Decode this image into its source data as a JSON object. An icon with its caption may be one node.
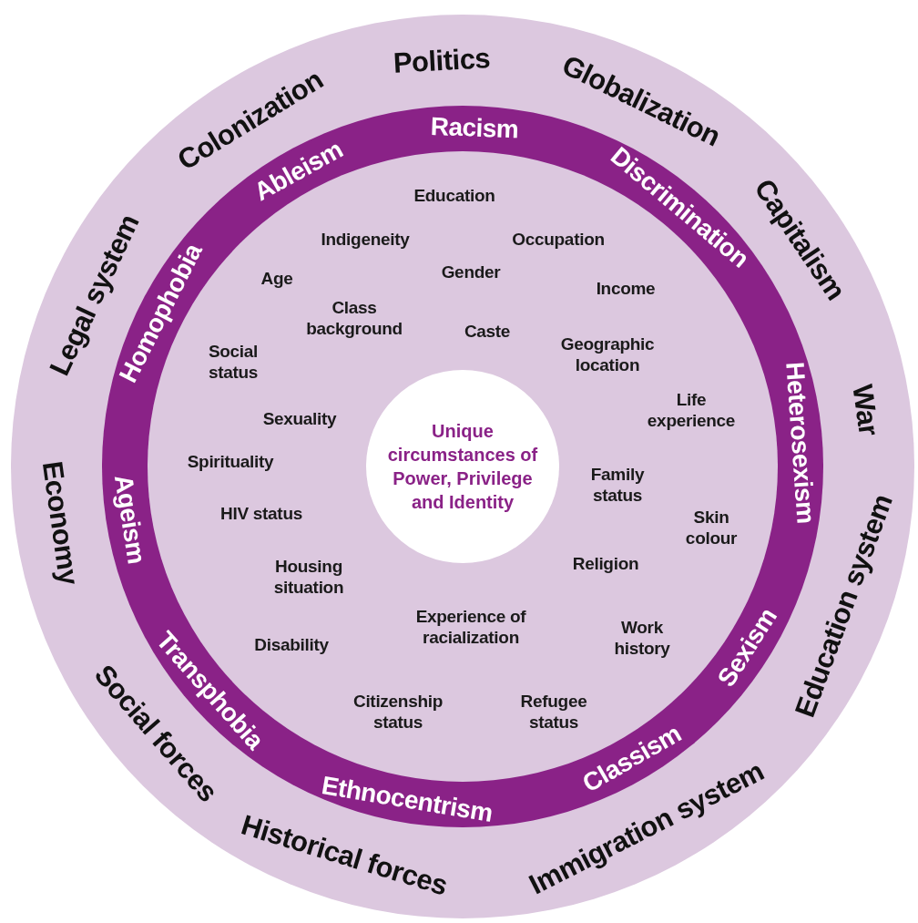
{
  "diagram": {
    "nodes": [
      {
        "text": [
          "Unique circumstances of Power, Privilege and Identity"
        ]
      }
    ],
    "labels": [
      "Colonization",
      "Politics",
      "Globalization",
      "Capitalism",
      "War",
      "Education system",
      "Immigration system",
      "Historical forces",
      "Social forces",
      "Economy",
      "Legal system",
      "Ableism",
      "Racism",
      "Discrimination",
      "Heterosexism",
      "Sexism",
      "Classism",
      "Ethnocentrism",
      "Transphobia",
      "Ageism",
      "Homophobia",
      "Education",
      "Indigeneity",
      "Occupation",
      "Age",
      "Gender",
      "Income",
      "Class background",
      "Caste",
      "Social status",
      "Geographic location",
      "Sexuality",
      "Life experience",
      "Spirituality",
      "Family status",
      "HIV status",
      "Skin colour",
      "Housing situation",
      "Religion",
      "Disability",
      "Experience of racialization",
      "Work history",
      "Citizenship status",
      "Refugee status"
    ]
  }
}
